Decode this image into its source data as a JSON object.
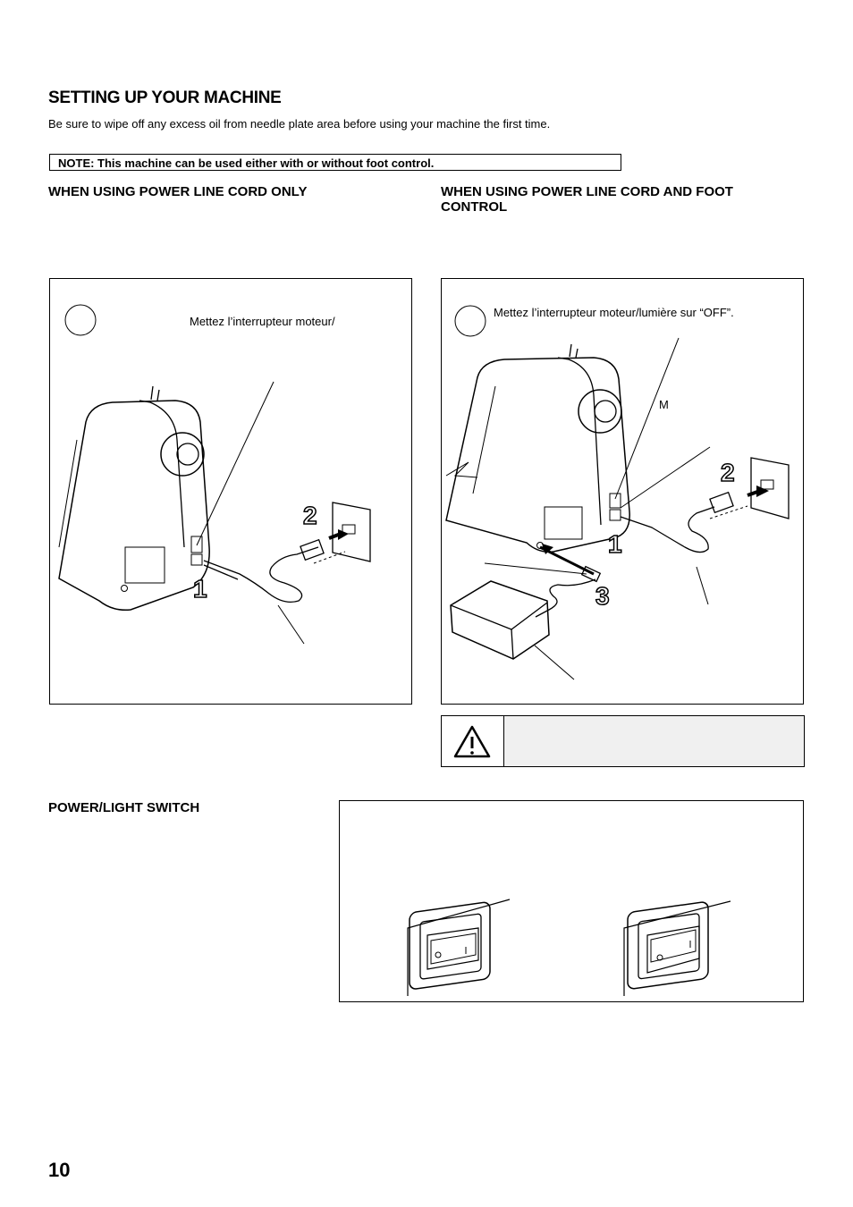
{
  "page": {
    "title": "SETTING UP YOUR MACHINE",
    "intro": "Be sure to wipe off any excess oil from needle plate area before using your machine the first time.",
    "note": "NOTE:  This machine can be used either with or without foot control.",
    "page_number": "10"
  },
  "left_section": {
    "heading": "WHEN USING POWER LINE CORD ONLY",
    "caption": "Mettez l’interrupteur moteur/",
    "step_numbers": [
      "1",
      "2"
    ]
  },
  "right_section": {
    "heading_line1": "WHEN USING POWER LINE CORD AND FOOT",
    "heading_line2": "CONTROL",
    "caption": "Mettez l’interrupteur moteur/lumière sur “OFF”.",
    "label_m": "M",
    "step_numbers": [
      "1",
      "2",
      "3"
    ]
  },
  "warning": {
    "icon": "warning-triangle-icon",
    "text": ""
  },
  "power_switch": {
    "heading": "POWER/LIGHT SWITCH",
    "switch_labels": [
      "O",
      "I"
    ]
  }
}
